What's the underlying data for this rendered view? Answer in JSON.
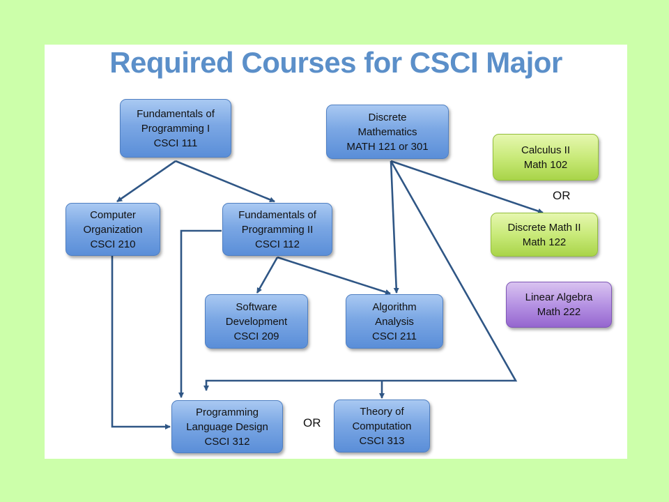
{
  "title": "Required Courses for CSCI Major",
  "colors": {
    "page_background": "#ccffaa",
    "title": "#5b8fc9",
    "course_blue": "#7ba7e4",
    "course_green": "#c9ea7a",
    "course_purple": "#b693e3",
    "arrow": "#2f5685"
  },
  "nodes": {
    "fop1": [
      "Fundamentals of",
      "Programming I",
      "CSCI 111"
    ],
    "discrete": [
      "Discrete",
      "Mathematics",
      "MATH 121 or 301"
    ],
    "calc2": [
      "Calculus II",
      "Math 102"
    ],
    "comp_org": [
      "Computer",
      "Organization",
      "CSCI 210"
    ],
    "fop2": [
      "Fundamentals of",
      "Programming II",
      "CSCI 112"
    ],
    "discrete2": [
      "Discrete Math II",
      "Math 122"
    ],
    "software": [
      "Software",
      "Development",
      "CSCI 209"
    ],
    "algorithm": [
      "Algorithm",
      "Analysis",
      "CSCI 211"
    ],
    "linear": [
      "Linear Algebra",
      "Math 222"
    ],
    "pld": [
      "Programming",
      "Language Design",
      "CSCI 312"
    ],
    "theory": [
      "Theory of",
      "Computation",
      "CSCI 313"
    ]
  },
  "or_labels": [
    "OR",
    "OR"
  ],
  "edges": [
    [
      "fop1",
      "comp_org"
    ],
    [
      "fop1",
      "fop2"
    ],
    [
      "fop2",
      "software"
    ],
    [
      "fop2",
      "algorithm"
    ],
    [
      "fop2",
      "pld"
    ],
    [
      "comp_org",
      "pld"
    ],
    [
      "discrete",
      "algorithm"
    ],
    [
      "discrete",
      "discrete2"
    ],
    [
      "discrete",
      "pld"
    ],
    [
      "discrete",
      "theory"
    ]
  ]
}
